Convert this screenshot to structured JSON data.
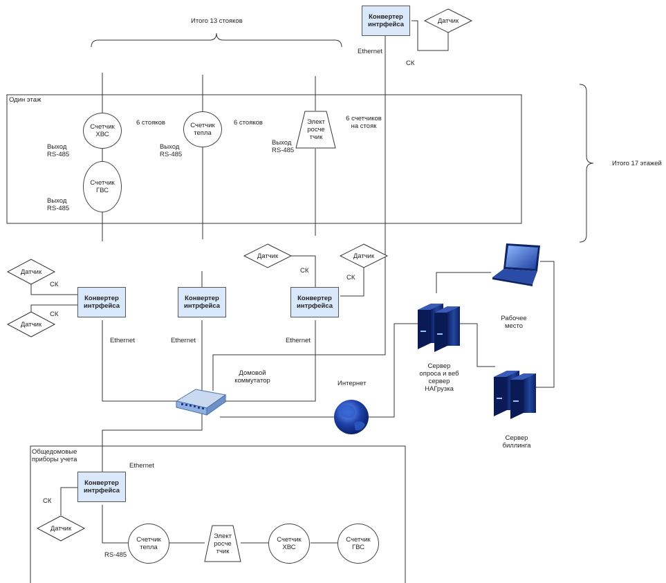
{
  "labels": {
    "total_risers": "Итого 13 стояков",
    "total_floors": "Итого 17 этажей",
    "one_floor": "Один этаж",
    "six_risers_1": "6 стояков",
    "six_risers_2": "6 стояков",
    "six_meters_per_riser": "6 счетчиков\nна стояк",
    "output_rs485_1": "Выход\nRS-485",
    "output_rs485_2": "Выход\nRS-485",
    "output_rs485_3": "Выход\nRS-485",
    "output_rs485_4": "Выход\nRS-485",
    "building_meters": "Общедомовые\nприборы учета",
    "house_switch": "Домовой\nкоммутатор",
    "internet": "Интернет",
    "workstation": "Рабочее\nместо",
    "polling_server": "Сервер\nопроса и веб\nсервер\nНАГрузка",
    "billing_server": "Сервер\nбиллинга",
    "rs485_bottom": "RS-485"
  },
  "connectors": {
    "sk_top": "СК",
    "sk_left_1": "СК",
    "sk_left_2": "СК",
    "sk_mid": "СК",
    "sk_right": "СК",
    "sk_bottom": "СК",
    "ethernet_top": "Ethernet",
    "ethernet_1": "Ethernet",
    "ethernet_2": "Ethernet",
    "ethernet_3": "Ethernet",
    "ethernet_bottom": "Ethernet"
  },
  "converters": {
    "top": "Конвертер\nинтрфейса",
    "left": "Конвертер\nинтрфейса",
    "middle": "Конвертер\nинтрфейса",
    "right": "Конвертер\nинтрфейса",
    "bottom": "Конвертер\nинтрфейса"
  },
  "sensors": {
    "top": "Датчик",
    "left_1": "Датчик",
    "left_2": "Датчик",
    "mid": "Датчик",
    "right": "Датчик",
    "bottom": "Датчик"
  },
  "meters": {
    "cold_water": "Счетчик\nХВС",
    "hot_water": "Счетчик\nГВС",
    "heat": "Счетчик\nтепла",
    "electric": "Элект\nросче\nтчик",
    "bottom_heat": "Счетчик\nтепла",
    "bottom_electric": "Элект\nросче\nтчик",
    "bottom_cold": "Счетчик\nХВС",
    "bottom_hot": "Счетчик\nГВС"
  },
  "colors": {
    "converter_fill": "#dae8fc",
    "server_blue": "#1f3a93",
    "globe_blue": "#1c3fa8",
    "line": "#333333"
  }
}
